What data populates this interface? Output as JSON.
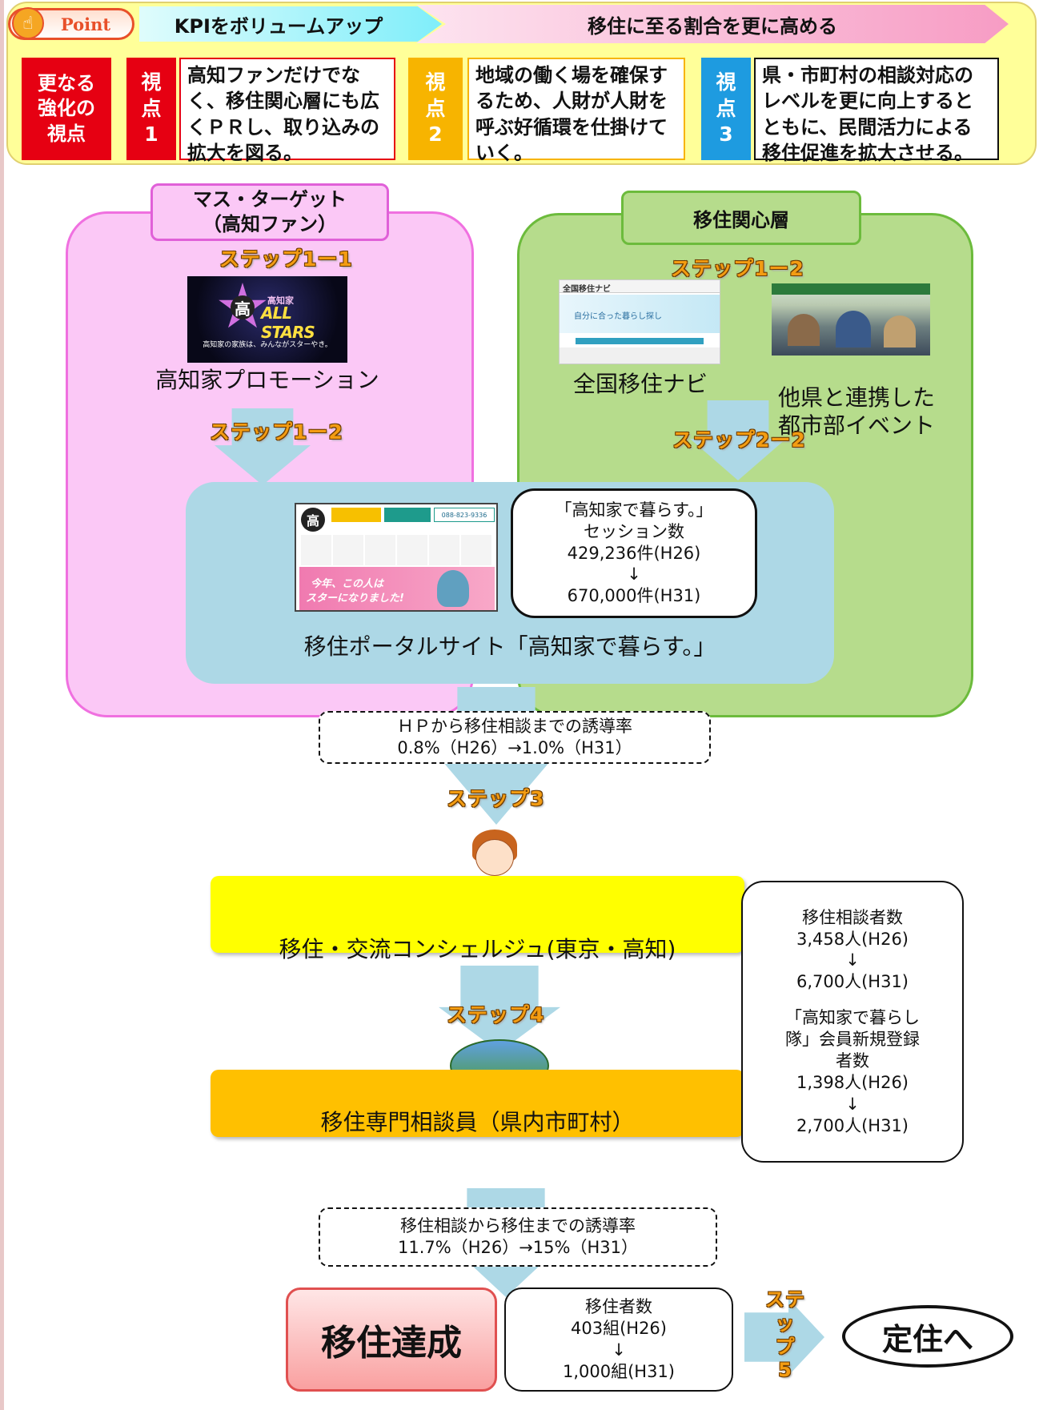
{
  "header": {
    "point_label": "Point",
    "kpi_label": "KPIをボリュームアップ",
    "goal_label": "移住に至る割合を更に高める"
  },
  "perspectives": {
    "main_label": "更なる\n強化の\n視点",
    "items": [
      {
        "tag": "視\n点\n1",
        "text": "高知ファンだけでなく、移住関心層にも広くＰＲし、取り込みの拡大を図る。",
        "color": "#e60012"
      },
      {
        "tag": "視\n点\n2",
        "text": "地域の働く場を確保するため、人財が人財を呼ぶ好循環を仕掛けていく。",
        "color": "#f7b400"
      },
      {
        "tag": "視\n点\n3",
        "text": "県・市町村の相談対応のレベルを更に向上するとともに、民間活力による移住促進を拡大させる。",
        "color": "#1e9be0"
      }
    ]
  },
  "colors": {
    "pink": "#fbc8f6",
    "pink_border": "#f070e0",
    "green": "#b6dc8c",
    "green_border": "#6cbb3c",
    "blue": "#add8e6",
    "yellow": "#ffff00",
    "orange": "#ffc000",
    "red": "#e60012"
  },
  "mass": {
    "title": "マス・ターゲット\n（高知ファン）",
    "step11": "ステップ1ー1",
    "promo_caption": "高知家プロモーション",
    "logo_kanji": "高",
    "logo_sub": "高知家",
    "logo_brand": "ALL STARS",
    "logo_tagline": "高知家の家族は、みんながスターやき。",
    "step12": "ステップ1ー2"
  },
  "interest": {
    "title": "移住関心層",
    "step12": "ステップ1ー2",
    "navi_caption": "全国移住ナビ",
    "navi_shot_title": "全国移住ナビ",
    "navi_shot_headline": "自分に合った暮らし探し",
    "event_caption": "他県と連携した\n都市部イベント",
    "step22": "ステップ2ー2"
  },
  "portal": {
    "caption": "移住ポータルサイト「高知家で暮らす。」",
    "kpi_lines": [
      "「高知家で暮らす。」",
      "セッション数",
      "429,236件(H26)",
      "↓",
      "670,000件(H31)"
    ],
    "banner_line1": "今年、この人は",
    "banner_line2": "スターになりました!",
    "phone": "088-823-9336"
  },
  "conversion1": {
    "lines": [
      "ＨＰから移住相談までの誘導率",
      "0.8%（H26）→1.0%（H31）"
    ]
  },
  "step3": "ステップ3",
  "concierge": {
    "caption": "移住・交流コンシェルジュ(東京・高知)"
  },
  "step4": "ステップ4",
  "consultant": {
    "caption": "移住専門相談員（県内市町村）"
  },
  "kpi_side": {
    "lines": [
      "移住相談者数",
      "3,458人(H26)",
      "↓",
      "6,700人(H31)",
      "",
      "「高知家で暮らし",
      "隊」会員新規登録",
      "者数",
      "1,398人(H26)",
      "↓",
      "2,700人(H31)"
    ]
  },
  "conversion2": {
    "lines": [
      "移住相談から移住までの誘導率",
      "11.7%（H26）→15%（H31）"
    ]
  },
  "achieve": {
    "label": "移住達成"
  },
  "achieve_kpi": {
    "lines": [
      "移住者数",
      "403組(H26)",
      "↓",
      "1,000組(H31)"
    ]
  },
  "step5": "ステ\nッ\nプ\n5",
  "settle": {
    "label": "定住へ"
  }
}
